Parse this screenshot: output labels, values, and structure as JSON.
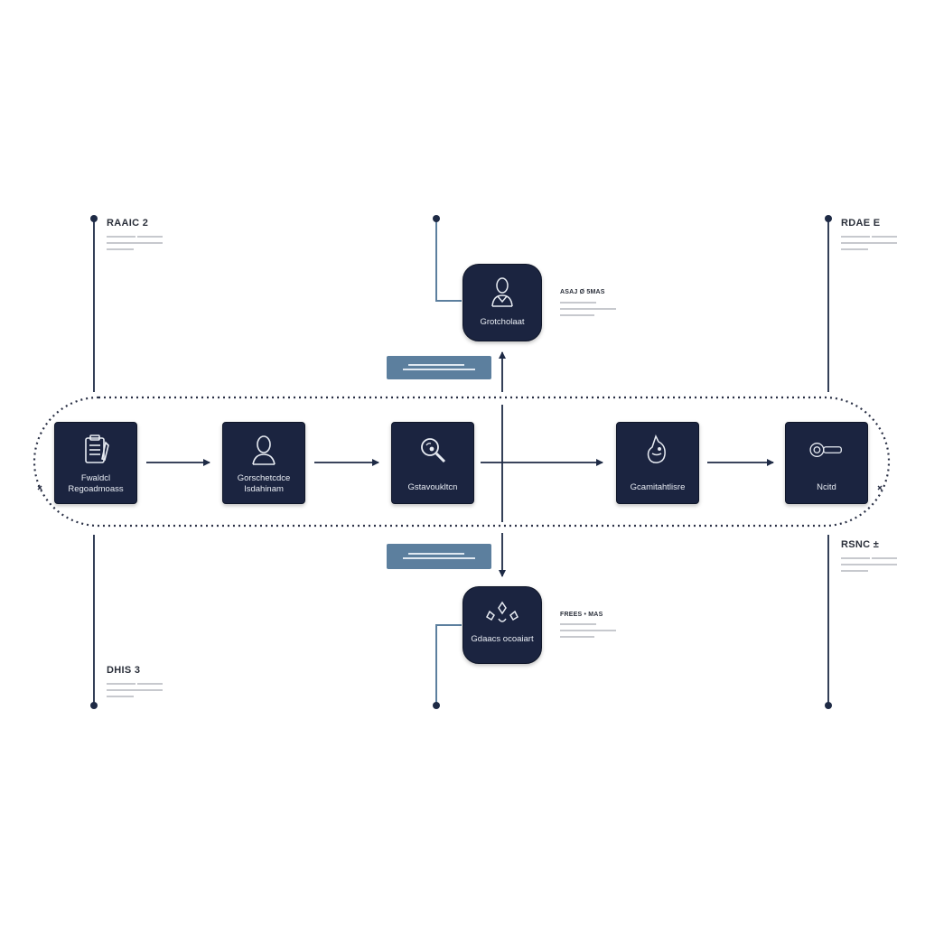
{
  "steps": [
    {
      "label": "Fwaldcl Regoadmoass",
      "icon": "clipboard-icon"
    },
    {
      "label": "Gorschetcdce Isdahinam",
      "icon": "person-icon"
    },
    {
      "label": "Gstavoukltcn",
      "icon": "magnifier-icon"
    },
    {
      "label": "Gcamitahtlisre",
      "icon": "face-profile-icon"
    },
    {
      "label": "Ncitd",
      "icon": "lens-key-icon"
    }
  ],
  "branches": [
    {
      "label": "Grotcholaat",
      "icon": "doctor-icon",
      "note": "ASAJ Ø 5MAS"
    },
    {
      "label": "Gdaacs ocoaiart",
      "icon": "tools-icon",
      "note": "FREES • MAS"
    }
  ],
  "sections": [
    {
      "title": "RAAIC 2"
    },
    {
      "title": "RDAE E"
    },
    {
      "title": "DHIS 3"
    },
    {
      "title": "RSNC ±"
    }
  ],
  "colors": {
    "node": "#1b2440",
    "line": "#1e2a45",
    "accent": "#5c7f9e"
  }
}
